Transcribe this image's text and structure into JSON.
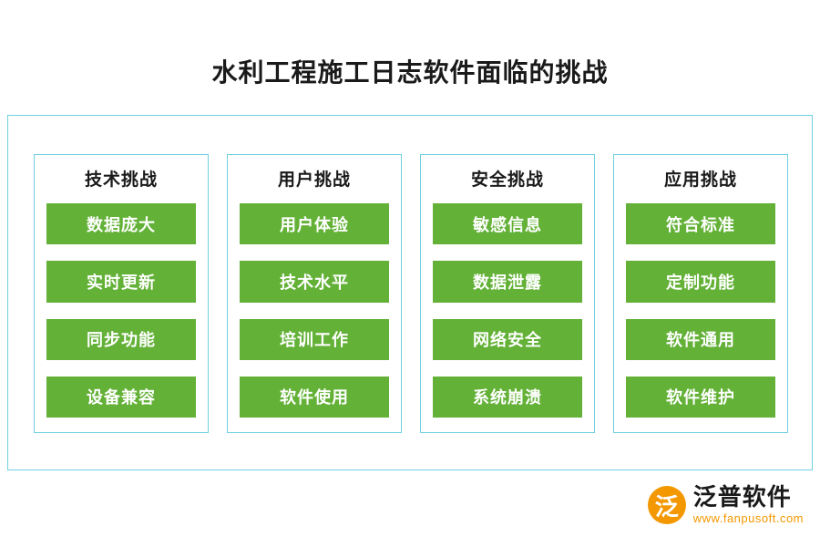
{
  "title": "水利工程施工日志软件面临的挑战",
  "columns": [
    {
      "heading": "技术挑战",
      "items": [
        "数据庞大",
        "实时更新",
        "同步功能",
        "设备兼容"
      ]
    },
    {
      "heading": "用户挑战",
      "items": [
        "用户体验",
        "技术水平",
        "培训工作",
        "软件使用"
      ]
    },
    {
      "heading": "安全挑战",
      "items": [
        "敏感信息",
        "数据泄露",
        "网络安全",
        "系统崩溃"
      ]
    },
    {
      "heading": "应用挑战",
      "items": [
        "符合标准",
        "定制功能",
        "软件通用",
        "软件维护"
      ]
    }
  ],
  "logo": {
    "mark": "泛",
    "name": "泛普软件",
    "url": "www.fanpusoft.com"
  },
  "colors": {
    "item_green": "#63b137",
    "frame_cyan": "#6fd0e0",
    "brand_orange": "#f39800",
    "text_dark": "#1a1a1a"
  }
}
